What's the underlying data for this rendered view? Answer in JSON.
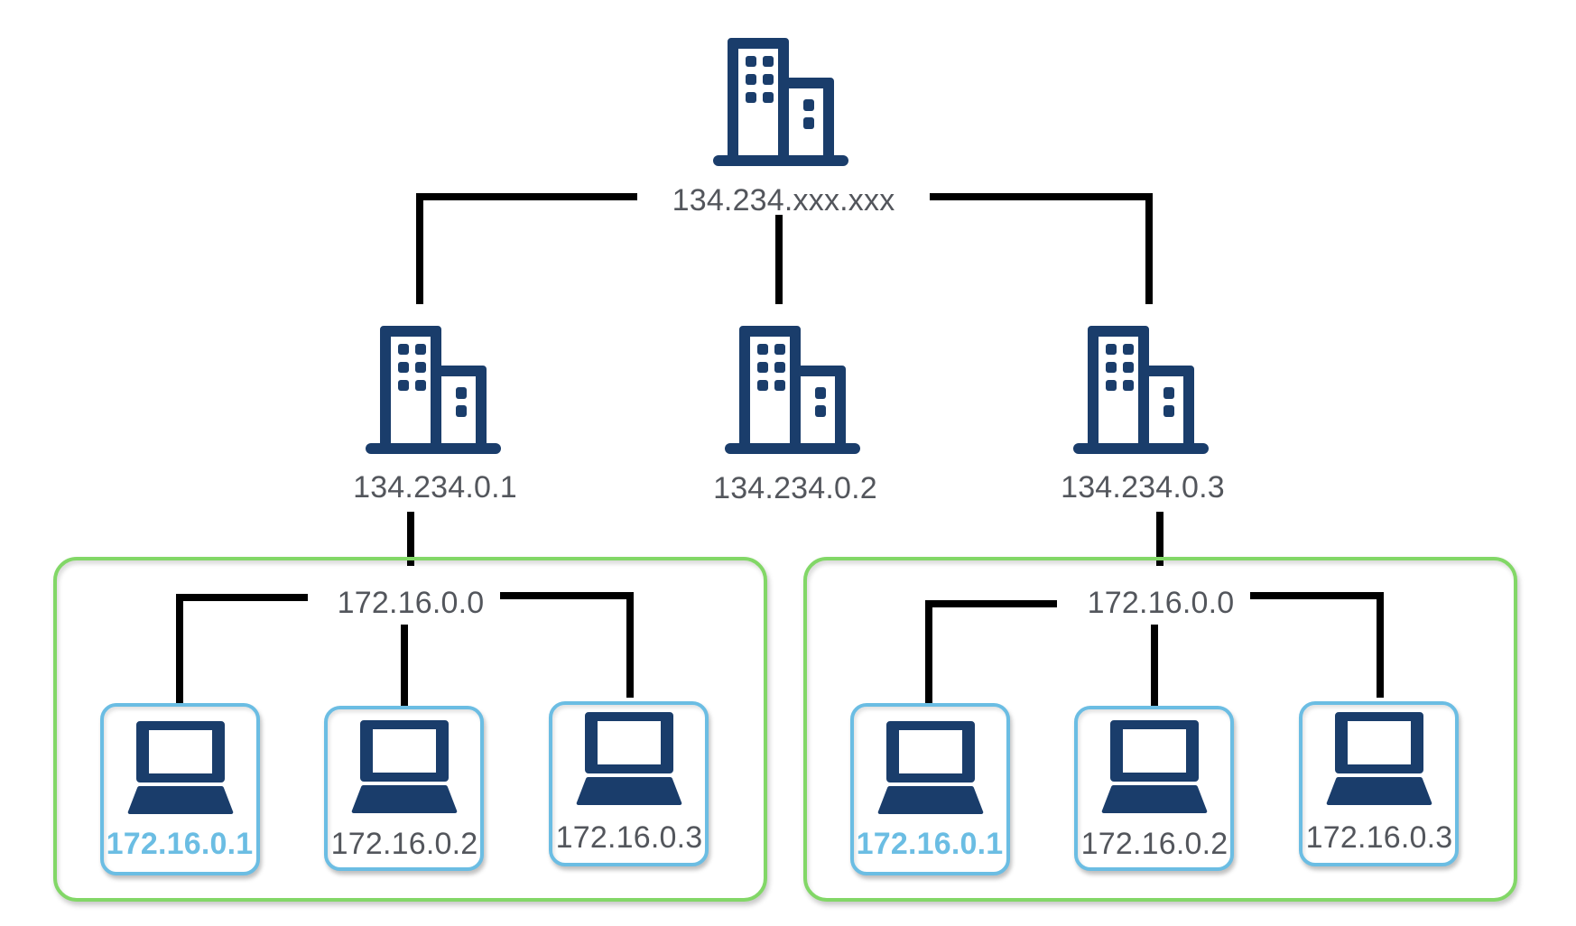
{
  "diagram": {
    "type": "network-topology",
    "colors": {
      "icon": "#1a3d6b",
      "line": "#000000",
      "label": "#53565c",
      "highlight_label": "#6bbde3",
      "host_border": "#6bbde3",
      "group_border": "#82d767"
    },
    "root": {
      "icon": "building-icon",
      "label": "134.234.xxx.xxx"
    },
    "sites": [
      {
        "icon": "building-icon",
        "label": "134.234.0.1",
        "private_network": {
          "label": "172.16.0.0",
          "hosts": [
            {
              "icon": "laptop-icon",
              "label": "172.16.0.1",
              "highlighted": true
            },
            {
              "icon": "laptop-icon",
              "label": "172.16.0.2",
              "highlighted": false
            },
            {
              "icon": "laptop-icon",
              "label": "172.16.0.3",
              "highlighted": false
            }
          ]
        }
      },
      {
        "icon": "building-icon",
        "label": "134.234.0.2",
        "private_network": null
      },
      {
        "icon": "building-icon",
        "label": "134.234.0.3",
        "private_network": {
          "label": "172.16.0.0",
          "hosts": [
            {
              "icon": "laptop-icon",
              "label": "172.16.0.1",
              "highlighted": true
            },
            {
              "icon": "laptop-icon",
              "label": "172.16.0.2",
              "highlighted": false
            },
            {
              "icon": "laptop-icon",
              "label": "172.16.0.3",
              "highlighted": false
            }
          ]
        }
      }
    ]
  }
}
